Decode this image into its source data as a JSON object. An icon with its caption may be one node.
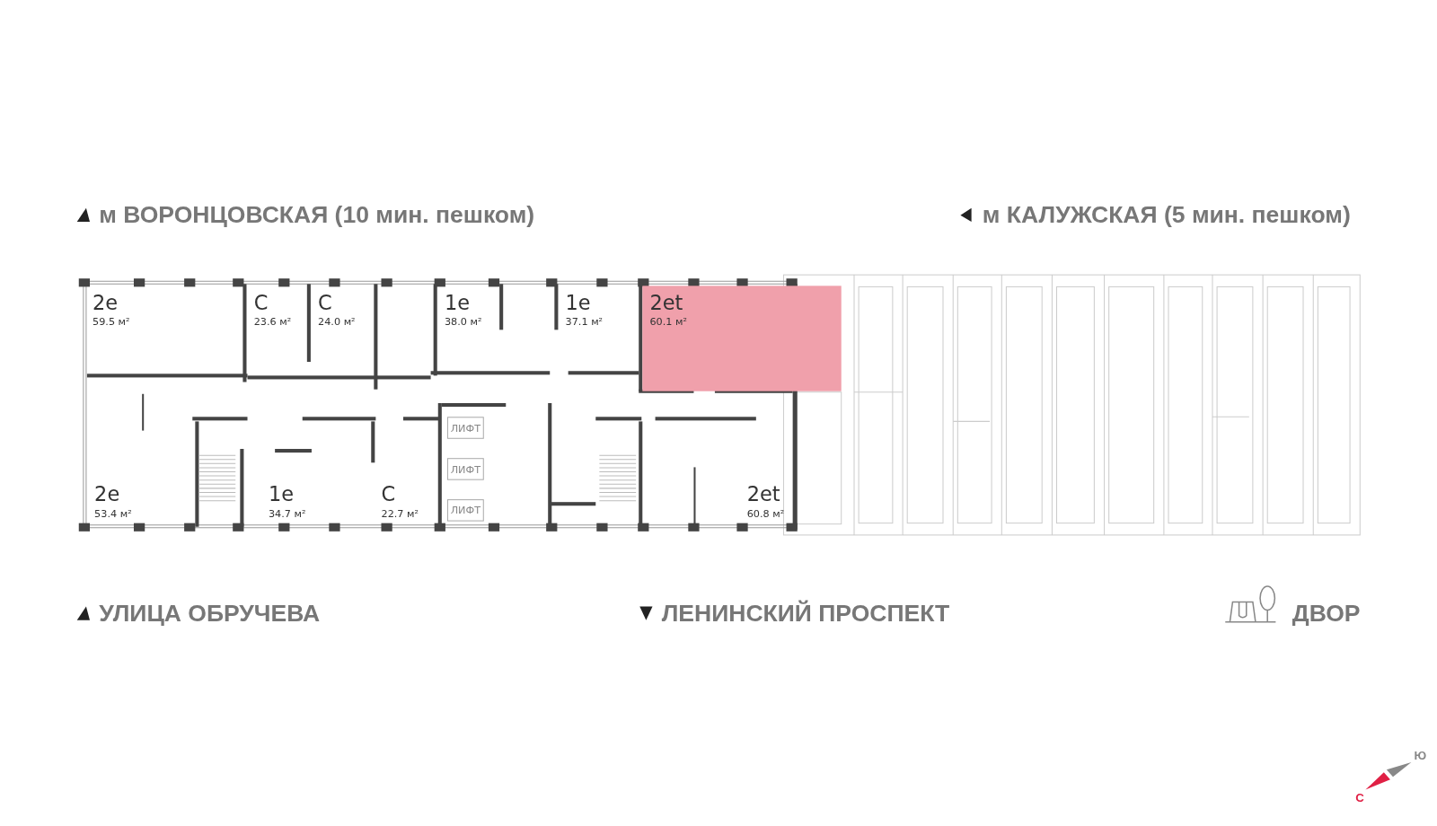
{
  "diagram": {
    "nodes": [
      {
        "text": [
          "2e",
          "59.5 м²"
        ]
      },
      {
        "text": [
          "С",
          "23.6 м²"
        ]
      },
      {
        "text": [
          "С",
          "24.0 м²"
        ]
      },
      {
        "text": [
          "1e",
          "38.0 м²"
        ]
      },
      {
        "text": [
          "1e",
          "37.1 м²"
        ]
      },
      {
        "text": [
          "2et",
          "60.1 м²"
        ]
      },
      {
        "text": [
          "2e",
          "53.4 м²"
        ]
      },
      {
        "text": [
          "1e",
          "34.7 м²"
        ]
      },
      {
        "text": [
          "С",
          "22.7 м²"
        ]
      },
      {
        "text": [
          "2et",
          "60.8 м²"
        ]
      },
      {
        "text": [
          "ЛИФТ"
        ]
      },
      {
        "text": [
          "ЛИФТ"
        ]
      },
      {
        "text": [
          "ЛИФТ"
        ]
      }
    ],
    "labels": [
      "м ВОРОНЦОВСКАЯ  (10 мин. пешком)",
      "м КАЛУЖСКАЯ (5 мин. пешком)",
      "УЛИЦА ОБРУЧЕВА",
      "ЛЕНИНСКИЙ ПРОСПЕКТ",
      "ДВОР",
      "Ю",
      "С"
    ]
  }
}
